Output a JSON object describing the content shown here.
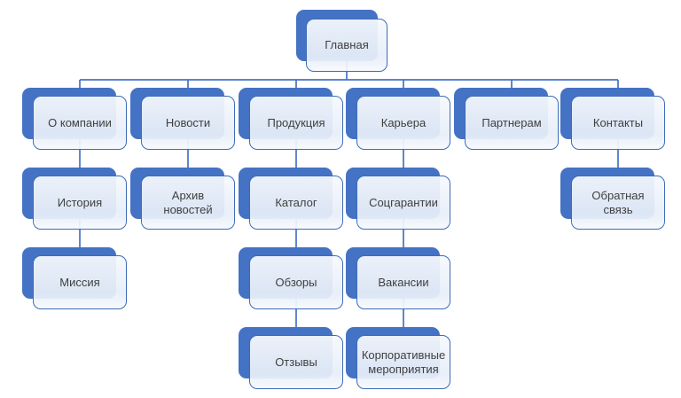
{
  "colors": {
    "accent": "#4472C4",
    "border": "#3E6CB5",
    "text": "#3F3F3F",
    "fill_top": "#F6F9FDF0",
    "fill_mid": "#E7EEF8ED"
  },
  "tree": {
    "type": "sitemap-hierarchy",
    "root": {
      "label": "Главная"
    },
    "branches": [
      {
        "parent": {
          "label": "О компании"
        },
        "children": [
          {
            "label": "История"
          },
          {
            "label": "Миссия"
          }
        ]
      },
      {
        "parent": {
          "label": "Новости"
        },
        "children": [
          {
            "label": "Архив новостей"
          }
        ]
      },
      {
        "parent": {
          "label": "Продукция"
        },
        "children": [
          {
            "label": "Каталог"
          },
          {
            "label": "Обзоры"
          },
          {
            "label": "Отзывы"
          }
        ]
      },
      {
        "parent": {
          "label": "Карьера"
        },
        "children": [
          {
            "label": "Соцгарантии"
          },
          {
            "label": "Вакансии"
          },
          {
            "label": "Корпоративные мероприятия"
          }
        ]
      },
      {
        "parent": {
          "label": "Партнерам"
        },
        "children": []
      },
      {
        "parent": {
          "label": "Контакты"
        },
        "children": [
          {
            "label": "Обратная связь"
          }
        ]
      }
    ]
  }
}
